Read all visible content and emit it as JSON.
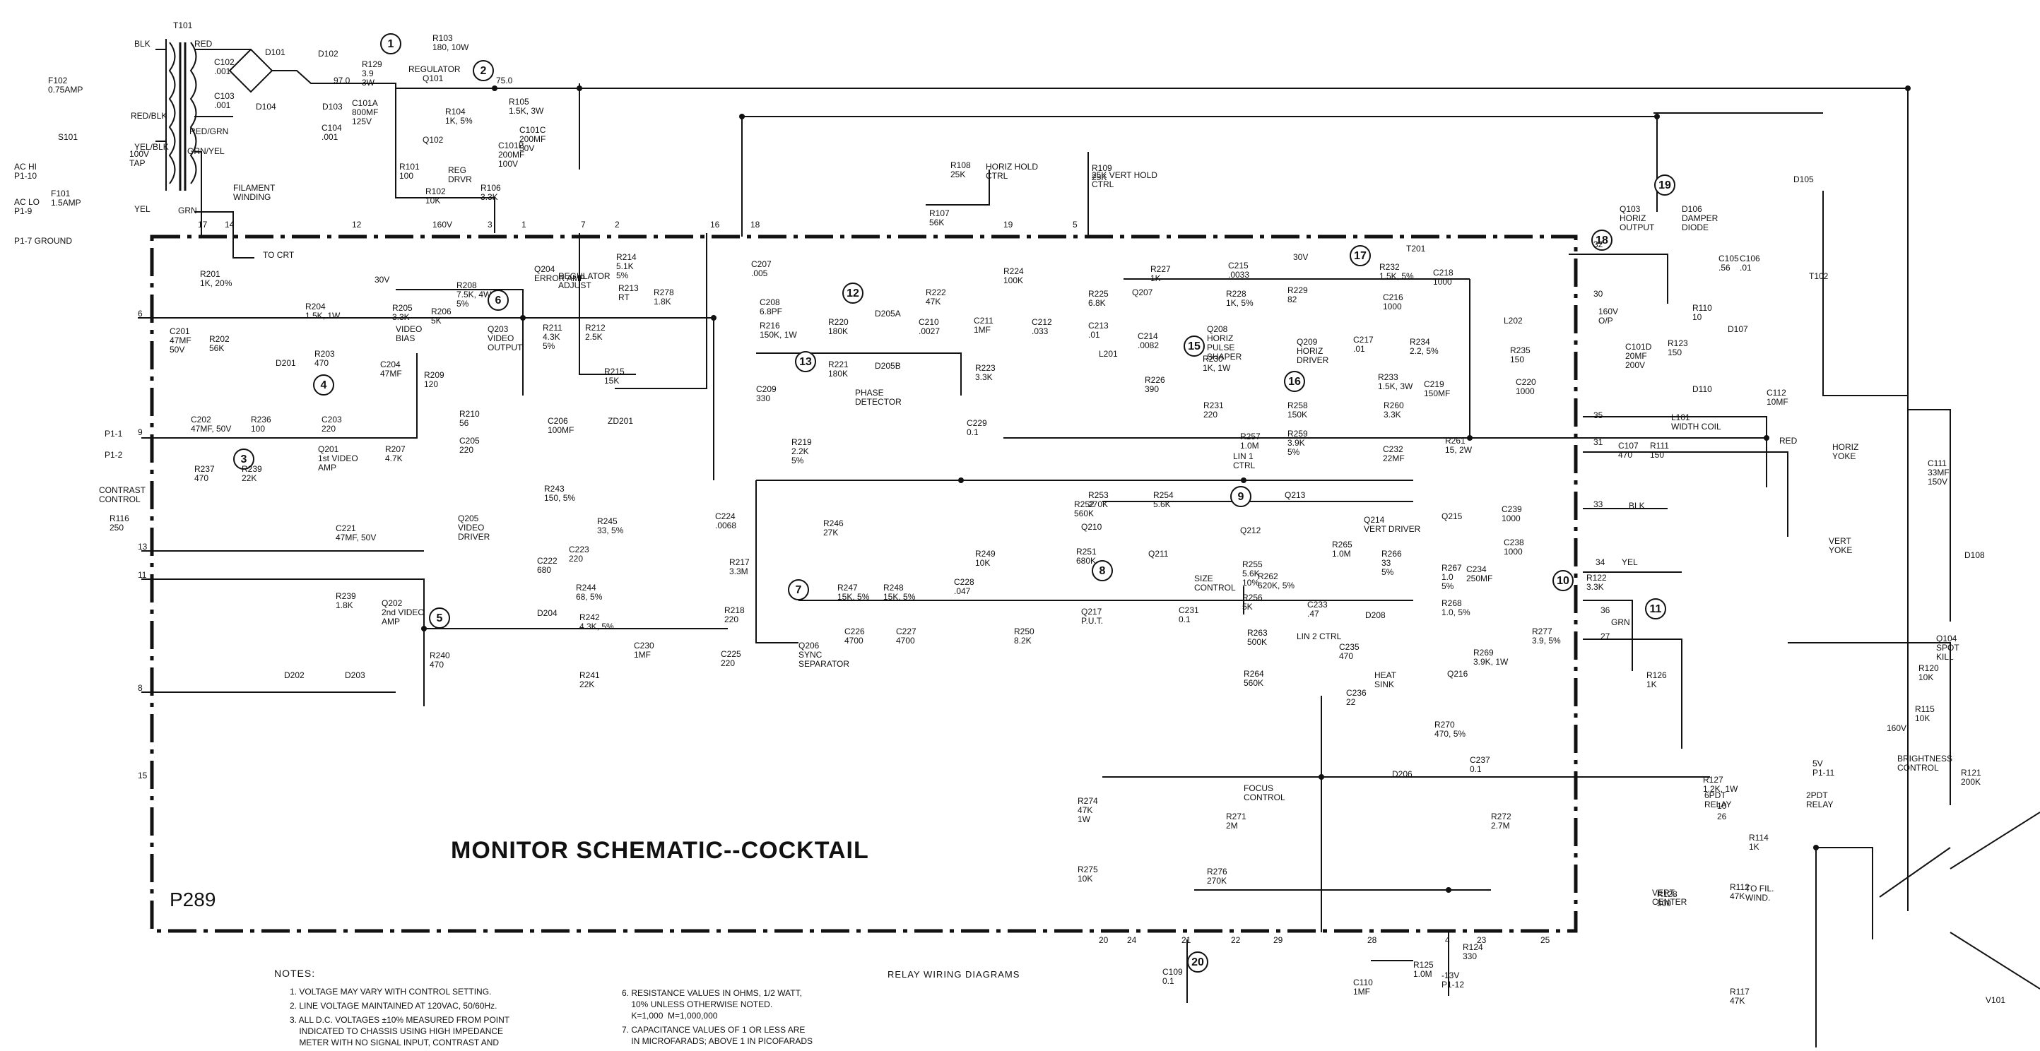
{
  "title": "MONITOR SCHEMATIC--COCKTAIL",
  "model": "P289",
  "notes": {
    "heading": "NOTES:",
    "items": [
      "1. VOLTAGE MAY VARY WITH CONTROL SETTING.",
      "2. LINE VOLTAGE MAINTAINED AT 120VAC, 50/60Hz.",
      "3. ALL D.C. VOLTAGES ±10% MEASURED FROM POINT\n    INDICATED TO CHASSIS USING HIGH IMPEDANCE\n    METER WITH NO SIGNAL INPUT, CONTRAST AND",
      "6. RESISTANCE VALUES IN OHMS, 1/2 WATT,\n    10% UNLESS OTHERWISE NOTED.\n    K=1,000  M=1,000,000",
      "7. CAPACITANCE VALUES OF 1 OR LESS ARE\n    IN MICROFARADS; ABOVE 1 IN PICOFARADS"
    ]
  },
  "relay_diagrams": {
    "title": "RELAY WIRING DIAGRAMS"
  },
  "circled_numbers": [
    "1",
    "2",
    "3",
    "4",
    "5",
    "6",
    "7",
    "8",
    "9",
    "10",
    "11",
    "12",
    "13",
    "15",
    "16",
    "17",
    "18",
    "19",
    "20"
  ],
  "power": {
    "transformer": "T101",
    "fuses": [
      "F102\n0.75AMP",
      "F101\n1.5AMP"
    ],
    "inputs": [
      "AC HI\nP1-10",
      "AC LO\nP1-9"
    ],
    "switch": "S101",
    "tap": "100V\nTAP",
    "wires": [
      "BLK",
      "RED",
      "RED/BLK",
      "YEL/BLK",
      "RED/GRN",
      "GRN/YEL",
      "GRN",
      "YEL"
    ],
    "filament": "FILAMENT\nWINDING",
    "ground": "P1-7 GROUND",
    "to_crt": "TO CRT",
    "regulator": "REGULATOR",
    "reg_drvr": "REG\nDRVR",
    "v_97": "97.0",
    "v_750": "75.0",
    "v_160": "160V",
    "v_30": "30V"
  },
  "components": [
    {
      "ref": "R103",
      "val": "180, 10W"
    },
    {
      "ref": "R129",
      "val": "3.9\n3W"
    },
    {
      "ref": "Q101",
      "val": ""
    },
    {
      "ref": "Q102",
      "val": ""
    },
    {
      "ref": "R104",
      "val": "1K, 5%"
    },
    {
      "ref": "C101A",
      "val": "800MF\n125V"
    },
    {
      "ref": "C101B",
      "val": "200MF\n100V"
    },
    {
      "ref": "C101C",
      "val": "200MF\n50V"
    },
    {
      "ref": "R105",
      "val": "1.5K, 3W"
    },
    {
      "ref": "R101",
      "val": "100"
    },
    {
      "ref": "R102",
      "val": "10K"
    },
    {
      "ref": "R106",
      "val": "3.3K"
    },
    {
      "ref": "C102",
      "val": ".001"
    },
    {
      "ref": "C103",
      "val": ".001"
    },
    {
      "ref": "C104",
      "val": ".001"
    },
    {
      "ref": "D101",
      "val": ""
    },
    {
      "ref": "D102",
      "val": ""
    },
    {
      "ref": "D103",
      "val": ""
    },
    {
      "ref": "D104",
      "val": ""
    },
    {
      "ref": "R201",
      "val": "1K, 20%"
    },
    {
      "ref": "C201",
      "val": "47MF\n50V"
    },
    {
      "ref": "R202",
      "val": "56K"
    },
    {
      "ref": "R204",
      "val": "1.5K, 1W"
    },
    {
      "ref": "R203",
      "val": "470"
    },
    {
      "ref": "D201",
      "val": ""
    },
    {
      "ref": "C202",
      "val": "47MF, 50V"
    },
    {
      "ref": "R236",
      "val": "100"
    },
    {
      "ref": "Q201",
      "val": "1st VIDEO\nAMP"
    },
    {
      "ref": "C203",
      "val": "220"
    },
    {
      "ref": "R237",
      "val": "470"
    },
    {
      "ref": "R239",
      "val": "22K"
    },
    {
      "ref": "R116",
      "val": "250"
    },
    {
      "ref": "R239b",
      "val": "1.8K"
    },
    {
      "ref": "Q202",
      "val": "2nd VIDEO\nAMP"
    },
    {
      "ref": "C221",
      "val": "47MF, 50V"
    },
    {
      "ref": "R205",
      "val": "3.3K"
    },
    {
      "ref": "R206",
      "val": "5K"
    },
    {
      "ref": "R207",
      "val": "4.7K"
    },
    {
      "ref": "C204",
      "val": "47MF"
    },
    {
      "ref": "R209",
      "val": "120"
    },
    {
      "ref": "Q203",
      "val": "VIDEO\nOUTPUT"
    },
    {
      "ref": "R210",
      "val": "56"
    },
    {
      "ref": "C205",
      "val": "220"
    },
    {
      "ref": "Q205",
      "val": "VIDEO\nDRIVER"
    },
    {
      "ref": "R208",
      "val": "7.5K, 4W\n5%"
    },
    {
      "ref": "Q204",
      "val": "ERROR AMP"
    },
    {
      "ref": "R211",
      "val": "4.3K\n5%"
    },
    {
      "ref": "R212",
      "val": "2.5K"
    },
    {
      "ref": "R214",
      "val": "5.1K\n5%"
    },
    {
      "ref": "R213",
      "val": "RT"
    },
    {
      "ref": "R278",
      "val": "1.8K"
    },
    {
      "ref": "R215",
      "val": "15K"
    },
    {
      "ref": "C206",
      "val": "100MF"
    },
    {
      "ref": "ZD201",
      "val": ""
    },
    {
      "ref": "R243",
      "val": "150, 5%"
    },
    {
      "ref": "R245",
      "val": "33, 5%"
    },
    {
      "ref": "C222",
      "val": "680"
    },
    {
      "ref": "C223",
      "val": "220"
    },
    {
      "ref": "R244",
      "val": "68, 5%"
    },
    {
      "ref": "D204",
      "val": ""
    },
    {
      "ref": "R242",
      "val": "4.3K, 5%"
    },
    {
      "ref": "C230",
      "val": "1MF"
    },
    {
      "ref": "R241",
      "val": "22K"
    },
    {
      "ref": "R240",
      "val": "470"
    },
    {
      "ref": "D202",
      "val": ""
    },
    {
      "ref": "D203",
      "val": ""
    },
    {
      "ref": "R108",
      "val": "25K"
    },
    {
      "ref": "R107",
      "val": "56K"
    },
    {
      "ref": "R109",
      "val": "25K"
    },
    {
      "ref": "C207",
      "val": ".005"
    },
    {
      "ref": "C208",
      "val": "6.8PF"
    },
    {
      "ref": "R216",
      "val": "150K, 1W"
    },
    {
      "ref": "R220",
      "val": "180K"
    },
    {
      "ref": "R221",
      "val": "180K"
    },
    {
      "ref": "D205A",
      "val": ""
    },
    {
      "ref": "D205B",
      "val": ""
    },
    {
      "ref": "C210",
      "val": ".0027"
    },
    {
      "ref": "R222",
      "val": "47K"
    },
    {
      "ref": "C211",
      "val": "1MF"
    },
    {
      "ref": "R224",
      "val": "100K"
    },
    {
      "ref": "C212",
      "val": ".033"
    },
    {
      "ref": "R223",
      "val": "3.3K"
    },
    {
      "ref": "C209",
      "val": "330"
    },
    {
      "ref": "R219",
      "val": "2.2K\n5%"
    },
    {
      "ref": "C229",
      "val": "0.1"
    },
    {
      "ref": "C224",
      "val": ".0068"
    },
    {
      "ref": "R217",
      "val": "3.3M"
    },
    {
      "ref": "R218",
      "val": "220"
    },
    {
      "ref": "C225",
      "val": "220"
    },
    {
      "ref": "Q206",
      "val": "SYNC\nSEPARATOR"
    },
    {
      "ref": "R246",
      "val": "27K"
    },
    {
      "ref": "R247",
      "val": "15K, 5%"
    },
    {
      "ref": "R248",
      "val": "15K, 5%"
    },
    {
      "ref": "C226",
      "val": "4700"
    },
    {
      "ref": "C227",
      "val": "4700"
    },
    {
      "ref": "C228",
      "val": ".047"
    },
    {
      "ref": "R249",
      "val": "10K"
    },
    {
      "ref": "R250",
      "val": "8.2K"
    },
    {
      "ref": "R225",
      "val": "6.8K"
    },
    {
      "ref": "C213",
      "val": ".01"
    },
    {
      "ref": "L201",
      "val": ""
    },
    {
      "ref": "C214",
      "val": ".0082"
    },
    {
      "ref": "R226",
      "val": "390"
    },
    {
      "ref": "R227",
      "val": "1K"
    },
    {
      "ref": "Q207",
      "val": ""
    },
    {
      "ref": "C215",
      "val": ".0033"
    },
    {
      "ref": "R228",
      "val": "1K, 5%"
    },
    {
      "ref": "R229",
      "val": "82"
    },
    {
      "ref": "Q208",
      "val": "HORIZ\nPULSE\nSHAPER"
    },
    {
      "ref": "R230",
      "val": "1K, 1W"
    },
    {
      "ref": "R231",
      "val": "220"
    },
    {
      "ref": "Q209",
      "val": "HORIZ\nDRIVER"
    },
    {
      "ref": "T201",
      "val": ""
    },
    {
      "ref": "R232",
      "val": "1.5K, 5%"
    },
    {
      "ref": "C216",
      "val": "1000"
    },
    {
      "ref": "C217",
      "val": ".01"
    },
    {
      "ref": "C218",
      "val": "1000"
    },
    {
      "ref": "R234",
      "val": "2.2, 5%"
    },
    {
      "ref": "C219",
      "val": "150MF"
    },
    {
      "ref": "R233",
      "val": "1.5K, 3W"
    },
    {
      "ref": "L202",
      "val": ""
    },
    {
      "ref": "R235",
      "val": "150"
    },
    {
      "ref": "C220",
      "val": "1000"
    },
    {
      "ref": "R258",
      "val": "150K"
    },
    {
      "ref": "R257",
      "val": "1.0M"
    },
    {
      "ref": "R259",
      "val": "3.9K\n5%"
    },
    {
      "ref": "R260",
      "val": "3.3K"
    },
    {
      "ref": "C232",
      "val": "22MF"
    },
    {
      "ref": "R261",
      "val": "15, 2W"
    },
    {
      "ref": "Q213",
      "val": ""
    },
    {
      "ref": "Q214",
      "val": "VERT DRIVER"
    },
    {
      "ref": "R265",
      "val": "1.0M"
    },
    {
      "ref": "R266",
      "val": "33\n5%"
    },
    {
      "ref": "Q215",
      "val": ""
    },
    {
      "ref": "C239",
      "val": "1000"
    },
    {
      "ref": "C238",
      "val": "1000"
    },
    {
      "ref": "R267",
      "val": "1.0\n5%"
    },
    {
      "ref": "C234",
      "val": "250MF"
    },
    {
      "ref": "R268",
      "val": "1.0, 5%"
    },
    {
      "ref": "R269",
      "val": "3.9K, 1W"
    },
    {
      "ref": "Q216",
      "val": ""
    },
    {
      "ref": "R262",
      "val": "620K, 5%"
    },
    {
      "ref": "C233",
      "val": ".47"
    },
    {
      "ref": "D208",
      "val": ""
    },
    {
      "ref": "R263",
      "val": "500K"
    },
    {
      "ref": "C235",
      "val": "470"
    },
    {
      "ref": "R264",
      "val": "560K"
    },
    {
      "ref": "C236",
      "val": "22"
    },
    {
      "ref": "R270",
      "val": "470, 5%"
    },
    {
      "ref": "R252",
      "val": "560K"
    },
    {
      "ref": "R253",
      "val": "270K"
    },
    {
      "ref": "R254",
      "val": "5.6K"
    },
    {
      "ref": "Q210",
      "val": ""
    },
    {
      "ref": "Q211",
      "val": ""
    },
    {
      "ref": "Q212",
      "val": ""
    },
    {
      "ref": "R251",
      "val": "680K"
    },
    {
      "ref": "R255",
      "val": "5.6K\n10%"
    },
    {
      "ref": "R256",
      "val": "5K"
    },
    {
      "ref": "Q217",
      "val": "P.U.T."
    },
    {
      "ref": "C231",
      "val": "0.1"
    },
    {
      "ref": "Q103",
      "val": "HORIZ\nOUTPUT"
    },
    {
      "ref": "D106",
      "val": "DAMPER\nDIODE"
    },
    {
      "ref": "C105",
      "val": ".56"
    },
    {
      "ref": "C106",
      "val": ".01"
    },
    {
      "ref": "D105",
      "val": ""
    },
    {
      "ref": "T102",
      "val": ""
    },
    {
      "ref": "R110",
      "val": "10"
    },
    {
      "ref": "C101D",
      "val": "20MF\n200V"
    },
    {
      "ref": "R123",
      "val": "150"
    },
    {
      "ref": "D107",
      "val": ""
    },
    {
      "ref": "D110",
      "val": ""
    },
    {
      "ref": "C112",
      "val": "10MF"
    },
    {
      "ref": "L101",
      "val": "WIDTH COIL"
    },
    {
      "ref": "C107",
      "val": "470"
    },
    {
      "ref": "R111",
      "val": "150"
    },
    {
      "ref": "C111",
      "val": "33MF\n150V"
    },
    {
      "ref": "D108",
      "val": ""
    },
    {
      "ref": "R122",
      "val": "3.3K"
    },
    {
      "ref": "R277",
      "val": "3.9, 5%"
    },
    {
      "ref": "R126",
      "val": "1K"
    },
    {
      "ref": "R120",
      "val": "10K"
    },
    {
      "ref": "R115",
      "val": "10K"
    },
    {
      "ref": "Q104",
      "val": "SPOT\nKILL"
    },
    {
      "ref": "R121",
      "val": "200K"
    },
    {
      "ref": "R127",
      "val": "1.2K, 1W"
    },
    {
      "ref": "R114",
      "val": "1K"
    },
    {
      "ref": "R112",
      "val": "47K"
    },
    {
      "ref": "R117",
      "val": "47K"
    },
    {
      "ref": "R128",
      "val": "500"
    },
    {
      "ref": "R124",
      "val": "330"
    },
    {
      "ref": "R125",
      "val": "1.0M"
    },
    {
      "ref": "C110",
      "val": "1MF"
    },
    {
      "ref": "C109",
      "val": "0.1"
    },
    {
      "ref": "R274",
      "val": "47K\n1W"
    },
    {
      "ref": "R275",
      "val": "10K"
    },
    {
      "ref": "R276",
      "val": "270K"
    },
    {
      "ref": "R271",
      "val": "2M"
    },
    {
      "ref": "R272",
      "val": "2.7M"
    },
    {
      "ref": "C237",
      "val": "0.1"
    },
    {
      "ref": "D206",
      "val": ""
    },
    {
      "ref": "V101",
      "val": ""
    }
  ],
  "labels": {
    "horiz_hold": "HORIZ HOLD\nCTRL",
    "vert_hold": "25K VERT HOLD\nCTRL",
    "phase_detector": "PHASE\nDETECTOR",
    "video_bias": "VIDEO\nBIAS",
    "regulator_adjust": "REGULATOR\nADJUST",
    "contrast": "CONTRAST\nCONTROL",
    "lin1": "LIN 1\nCTRL",
    "lin2": "LIN 2 CTRL",
    "size": "SIZE\nCONTROL",
    "heat_sink": "HEAT\nSINK",
    "focus": "FOCUS\nCONTROL",
    "brightness": "BRIGHTNESS\nCONTROL",
    "vert_center": "VERT.\nCENTER",
    "to_fil": "TO FIL.\nWIND.",
    "relay_6pdt": "6PDT\nRELAY",
    "relay_2pdt": "2PDT\nRELAY",
    "horiz_yoke": "HORIZ\nYOKE",
    "vert_yoke": "VERT\nYOKE",
    "p1_1": "P1-1",
    "p1_2": "P1-2",
    "minus13": "-13V\nP1-12",
    "plus5": "5V\nP1-11",
    "v160_op": "160V\nO/P",
    "red": "RED",
    "blk": "BLK",
    "yel": "YEL",
    "grn": "GRN",
    "v160b": "160V",
    "v30b": "30V"
  },
  "connector_pins": [
    "1",
    "2",
    "3",
    "4",
    "5",
    "6",
    "7",
    "8",
    "9",
    "10",
    "11",
    "12",
    "13",
    "14",
    "15",
    "16",
    "17",
    "18",
    "19",
    "20",
    "21",
    "22",
    "23",
    "24",
    "25",
    "26",
    "27",
    "28",
    "29",
    "30",
    "31",
    "32",
    "33",
    "34",
    "35",
    "36"
  ],
  "colors": {
    "ink": "#111111",
    "paper": "#ffffff"
  }
}
